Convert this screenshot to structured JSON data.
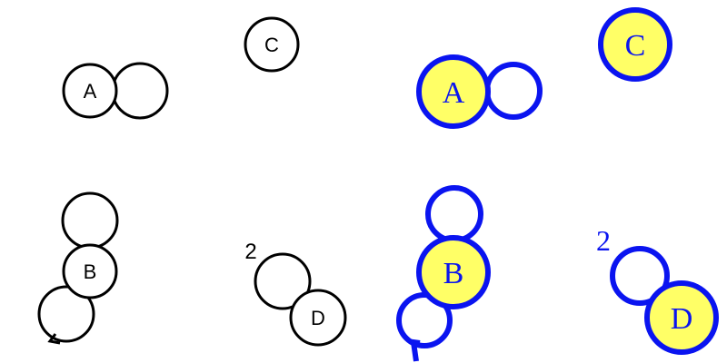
{
  "colors": {
    "plain_stroke": "#000000",
    "plain_fill": "#ffffff",
    "styled_stroke": "#0a14f0",
    "styled_fill": "#ffff66",
    "styled_text": "#0a14f0"
  },
  "plain": {
    "a_label": "A",
    "c_label": "C",
    "b_label": "B",
    "d_label": "D",
    "d_number": "2"
  },
  "styled": {
    "a_label": "A",
    "c_label": "C",
    "b_label": "B",
    "d_label": "D",
    "d_number": "2"
  }
}
